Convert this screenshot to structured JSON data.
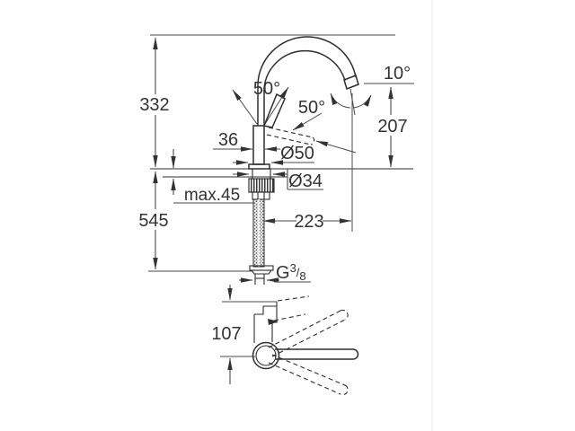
{
  "page": {
    "background": "#ffffff",
    "divider_color": "#eaeaea"
  },
  "drawing": {
    "type": "technical-dimension-drawing",
    "subject": "single-lever kitchen faucet with high C-spout, front elevation and plan view",
    "colors": {
      "outline": "#2e2e2e",
      "dimension": "#4a4a4a",
      "text": "#333333"
    },
    "labels": {
      "height_to_spout_top": "332",
      "overall_height_with_hoses": "545",
      "body_width": "36",
      "base_diameter": "Ø50",
      "shank_diameter": "Ø34",
      "max_deck_thickness": "max.45",
      "spout_reach": "223",
      "outlet_height": "207",
      "outlet_angle": "10°",
      "lever_lift_angle": "50°",
      "lever_open_angle": "50°",
      "plan_depth": "107",
      "thread_g": "G",
      "thread_numerator": "3",
      "thread_slash": "/",
      "thread_denominator": "8"
    }
  }
}
